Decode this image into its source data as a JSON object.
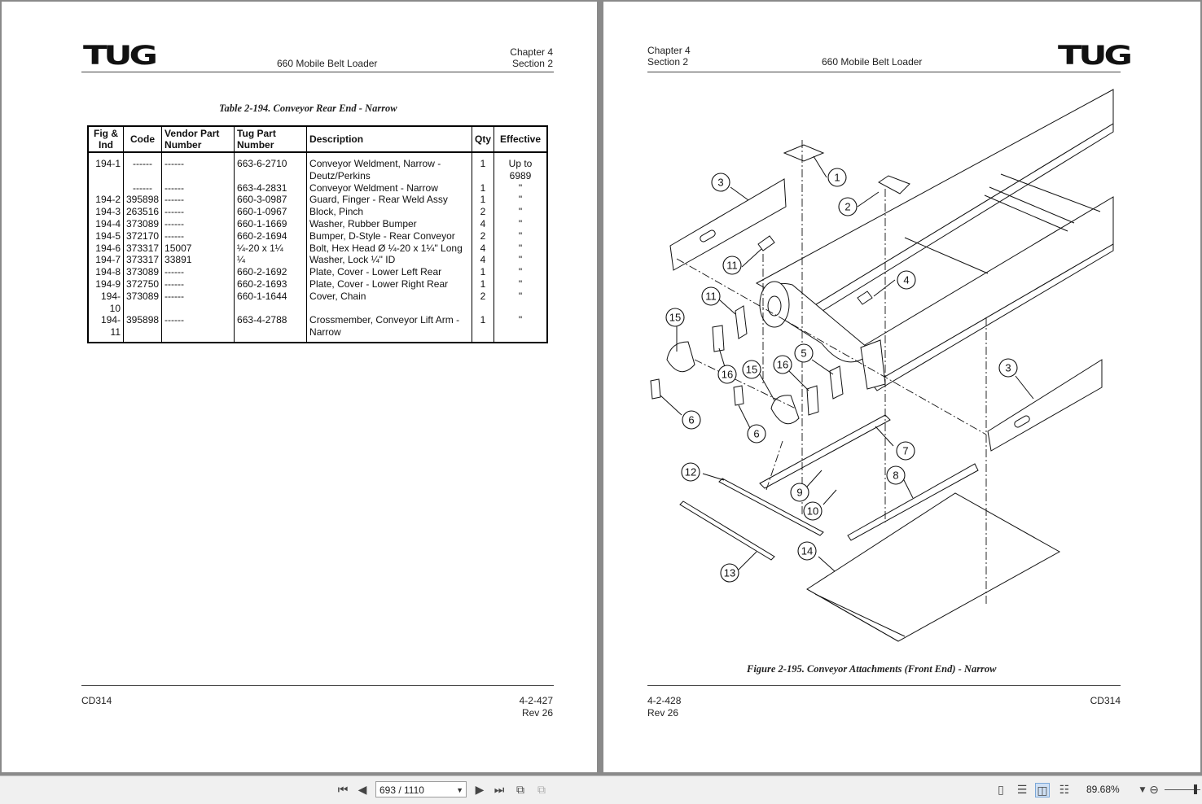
{
  "left_page": {
    "logo": "TUG",
    "title": "660 Mobile Belt Loader",
    "chapter": "Chapter 4",
    "section": "Section 2",
    "table_caption": "Table 2-194.  Conveyor Rear End - Narrow",
    "columns": [
      "Fig & Ind",
      "Code",
      "Vendor Part Number",
      "Tug Part Number",
      "Description",
      "Qty",
      "Effective"
    ],
    "rows": [
      [
        "194-1",
        "------",
        "------",
        "663-6-2710",
        "Conveyor Weldment, Narrow - Deutz/Perkins",
        "1",
        "Up to 6989"
      ],
      [
        "",
        "------",
        "------",
        "663-4-2831",
        "Conveyor Weldment - Narrow",
        "1",
        "\""
      ],
      [
        "194-2",
        "395898",
        "------",
        "660-3-0987",
        "Guard, Finger - Rear Weld Assy",
        "1",
        "\""
      ],
      [
        "194-3",
        "263516",
        "------",
        "660-1-0967",
        "Block, Pinch",
        "2",
        "\""
      ],
      [
        "194-4",
        "373089",
        "------",
        "660-1-1669",
        "Washer, Rubber Bumper",
        "4",
        "\""
      ],
      [
        "194-5",
        "372170",
        "------",
        "660-2-1694",
        "Bumper, D-Style - Rear Conveyor",
        "2",
        "\""
      ],
      [
        "194-6",
        "373317",
        "15007",
        "¼-20 x 1¼",
        "Bolt, Hex Head Ø ¼-20 x 1¼\" Long",
        "4",
        "\""
      ],
      [
        "194-7",
        "373317",
        "33891",
        "¼",
        "Washer, Lock ¼\" ID",
        "4",
        "\""
      ],
      [
        "194-8",
        "373089",
        "------",
        "660-2-1692",
        "Plate, Cover - Lower Left Rear",
        "1",
        "\""
      ],
      [
        "194-9",
        "372750",
        "------",
        "660-2-1693",
        "Plate, Cover - Lower Right Rear",
        "1",
        "\""
      ],
      [
        "194-10",
        "373089",
        "------",
        "660-1-1644",
        "Cover, Chain",
        "2",
        "\""
      ],
      [
        "194-11",
        "395898",
        "------",
        "663-4-2788",
        "Crossmember, Conveyor Lift Arm - Narrow",
        "1",
        "\""
      ]
    ],
    "footer_doc": "CD314",
    "footer_page": "4-2-427",
    "footer_rev": "Rev 26"
  },
  "right_page": {
    "logo": "TUG",
    "title": "660 Mobile Belt Loader",
    "chapter": "Chapter 4",
    "section": "Section 2",
    "figure_caption": "Figure 2-195.  Conveyor Attachments (Front End) - Narrow",
    "callouts": [
      "1",
      "2",
      "3",
      "11",
      "4",
      "11",
      "15",
      "16",
      "15",
      "16",
      "5",
      "3",
      "6",
      "6",
      "7",
      "12",
      "9",
      "8",
      "10",
      "14",
      "13"
    ],
    "footer_doc": "CD314",
    "footer_page": "4-2-428",
    "footer_rev": "Rev 26"
  },
  "toolbar": {
    "first_page_icon": "first-page-icon",
    "prev_page_icon": "prev-page-icon",
    "page_indicator": "693 / 1110",
    "next_page_icon": "next-page-icon",
    "last_page_icon": "last-page-icon",
    "zoom_level": "89.68%"
  }
}
